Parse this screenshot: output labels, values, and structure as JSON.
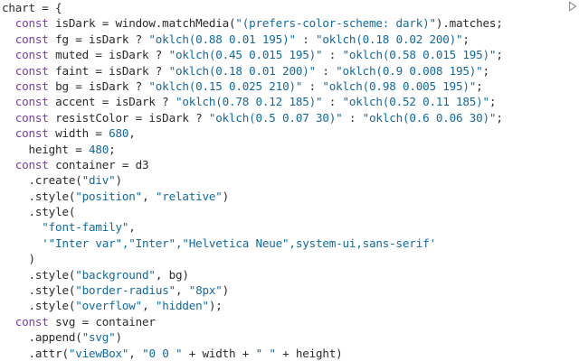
{
  "editor": {
    "run_icon": "play-outline-icon",
    "colors": {
      "keyword": "#7a3ba8",
      "string": "#13699f",
      "text": "#2b2b2b",
      "background": "#ffffff"
    },
    "lines": [
      [
        {
          "t": "plain",
          "v": "chart = {"
        }
      ],
      [
        {
          "t": "plain",
          "v": "  "
        },
        {
          "t": "kw",
          "v": "const"
        },
        {
          "t": "plain",
          "v": " isDark = window.matchMedia("
        },
        {
          "t": "str",
          "v": "\"(prefers-color-scheme: dark)\""
        },
        {
          "t": "plain",
          "v": ").matches;"
        }
      ],
      [
        {
          "t": "plain",
          "v": "  "
        },
        {
          "t": "kw",
          "v": "const"
        },
        {
          "t": "plain",
          "v": " fg = isDark ? "
        },
        {
          "t": "str",
          "v": "\"oklch(0.88 0.01 195)\""
        },
        {
          "t": "plain",
          "v": " : "
        },
        {
          "t": "str",
          "v": "\"oklch(0.18 0.02 200)\""
        },
        {
          "t": "plain",
          "v": ";"
        }
      ],
      [
        {
          "t": "plain",
          "v": "  "
        },
        {
          "t": "kw",
          "v": "const"
        },
        {
          "t": "plain",
          "v": " muted = isDark ? "
        },
        {
          "t": "str",
          "v": "\"oklch(0.45 0.015 195)\""
        },
        {
          "t": "plain",
          "v": " : "
        },
        {
          "t": "str",
          "v": "\"oklch(0.58 0.015 195)\""
        },
        {
          "t": "plain",
          "v": ";"
        }
      ],
      [
        {
          "t": "plain",
          "v": "  "
        },
        {
          "t": "kw",
          "v": "const"
        },
        {
          "t": "plain",
          "v": " faint = isDark ? "
        },
        {
          "t": "str",
          "v": "\"oklch(0.18 0.01 200)\""
        },
        {
          "t": "plain",
          "v": " : "
        },
        {
          "t": "str",
          "v": "\"oklch(0.9 0.008 195)\""
        },
        {
          "t": "plain",
          "v": ";"
        }
      ],
      [
        {
          "t": "plain",
          "v": "  "
        },
        {
          "t": "kw",
          "v": "const"
        },
        {
          "t": "plain",
          "v": " bg = isDark ? "
        },
        {
          "t": "str",
          "v": "\"oklch(0.15 0.025 210)\""
        },
        {
          "t": "plain",
          "v": " : "
        },
        {
          "t": "str",
          "v": "\"oklch(0.98 0.005 195)\""
        },
        {
          "t": "plain",
          "v": ";"
        }
      ],
      [
        {
          "t": "plain",
          "v": "  "
        },
        {
          "t": "kw",
          "v": "const"
        },
        {
          "t": "plain",
          "v": " accent = isDark ? "
        },
        {
          "t": "str",
          "v": "\"oklch(0.78 0.12 185)\""
        },
        {
          "t": "plain",
          "v": " : "
        },
        {
          "t": "str",
          "v": "\"oklch(0.52 0.11 185)\""
        },
        {
          "t": "plain",
          "v": ";"
        }
      ],
      [
        {
          "t": "plain",
          "v": "  "
        },
        {
          "t": "kw",
          "v": "const"
        },
        {
          "t": "plain",
          "v": " resistColor = isDark ? "
        },
        {
          "t": "str",
          "v": "\"oklch(0.5 0.07 30)\""
        },
        {
          "t": "plain",
          "v": " : "
        },
        {
          "t": "str",
          "v": "\"oklch(0.6 0.06 30)\""
        },
        {
          "t": "plain",
          "v": ";"
        }
      ],
      [
        {
          "t": "plain",
          "v": "  "
        },
        {
          "t": "kw",
          "v": "const"
        },
        {
          "t": "plain",
          "v": " width = "
        },
        {
          "t": "num",
          "v": "680"
        },
        {
          "t": "plain",
          "v": ","
        }
      ],
      [
        {
          "t": "plain",
          "v": "    height = "
        },
        {
          "t": "num",
          "v": "480"
        },
        {
          "t": "plain",
          "v": ";"
        }
      ],
      [
        {
          "t": "plain",
          "v": "  "
        },
        {
          "t": "kw",
          "v": "const"
        },
        {
          "t": "plain",
          "v": " container = d3"
        }
      ],
      [
        {
          "t": "plain",
          "v": "    ."
        },
        {
          "t": "fn",
          "v": "create"
        },
        {
          "t": "plain",
          "v": "("
        },
        {
          "t": "str",
          "v": "\"div\""
        },
        {
          "t": "plain",
          "v": ")"
        }
      ],
      [
        {
          "t": "plain",
          "v": "    ."
        },
        {
          "t": "fn",
          "v": "style"
        },
        {
          "t": "plain",
          "v": "("
        },
        {
          "t": "str",
          "v": "\"position\""
        },
        {
          "t": "plain",
          "v": ", "
        },
        {
          "t": "str",
          "v": "\"relative\""
        },
        {
          "t": "plain",
          "v": ")"
        }
      ],
      [
        {
          "t": "plain",
          "v": "    ."
        },
        {
          "t": "fn",
          "v": "style"
        },
        {
          "t": "plain",
          "v": "("
        }
      ],
      [
        {
          "t": "plain",
          "v": "      "
        },
        {
          "t": "str",
          "v": "\"font-family\""
        },
        {
          "t": "plain",
          "v": ","
        }
      ],
      [
        {
          "t": "plain",
          "v": "      "
        },
        {
          "t": "str",
          "v": "'\"Inter var\",\"Inter\",\"Helvetica Neue\",system-ui,sans-serif'"
        }
      ],
      [
        {
          "t": "plain",
          "v": "    )"
        }
      ],
      [
        {
          "t": "plain",
          "v": "    ."
        },
        {
          "t": "fn",
          "v": "style"
        },
        {
          "t": "plain",
          "v": "("
        },
        {
          "t": "str",
          "v": "\"background\""
        },
        {
          "t": "plain",
          "v": ", bg)"
        }
      ],
      [
        {
          "t": "plain",
          "v": "    ."
        },
        {
          "t": "fn",
          "v": "style"
        },
        {
          "t": "plain",
          "v": "("
        },
        {
          "t": "str",
          "v": "\"border-radius\""
        },
        {
          "t": "plain",
          "v": ", "
        },
        {
          "t": "str",
          "v": "\"8px\""
        },
        {
          "t": "plain",
          "v": ")"
        }
      ],
      [
        {
          "t": "plain",
          "v": "    ."
        },
        {
          "t": "fn",
          "v": "style"
        },
        {
          "t": "plain",
          "v": "("
        },
        {
          "t": "str",
          "v": "\"overflow\""
        },
        {
          "t": "plain",
          "v": ", "
        },
        {
          "t": "str",
          "v": "\"hidden\""
        },
        {
          "t": "plain",
          "v": ");"
        }
      ],
      [
        {
          "t": "plain",
          "v": "  "
        },
        {
          "t": "kw",
          "v": "const"
        },
        {
          "t": "plain",
          "v": " svg = container"
        }
      ],
      [
        {
          "t": "plain",
          "v": "    ."
        },
        {
          "t": "fn",
          "v": "append"
        },
        {
          "t": "plain",
          "v": "("
        },
        {
          "t": "str",
          "v": "\"svg\""
        },
        {
          "t": "plain",
          "v": ")"
        }
      ],
      [
        {
          "t": "plain",
          "v": "    ."
        },
        {
          "t": "fn",
          "v": "attr"
        },
        {
          "t": "plain",
          "v": "("
        },
        {
          "t": "str",
          "v": "\"viewBox\""
        },
        {
          "t": "plain",
          "v": ", "
        },
        {
          "t": "str",
          "v": "\"0 0 \""
        },
        {
          "t": "plain",
          "v": " + width + "
        },
        {
          "t": "str",
          "v": "\" \""
        },
        {
          "t": "plain",
          "v": " + height)"
        }
      ]
    ]
  }
}
